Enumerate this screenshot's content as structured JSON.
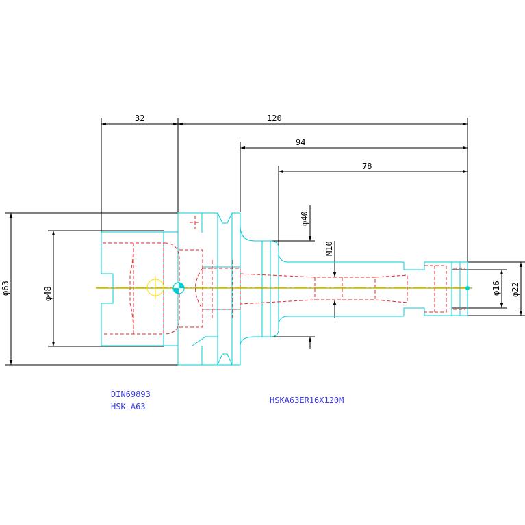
{
  "dimensions": {
    "flange_length": "32",
    "overall_length": "120",
    "shank_length": "94",
    "neck_length": "78",
    "flange_diameter": "φ63",
    "taper_diameter": "φ48",
    "neck_diameter": "φ40",
    "thread_size": "M10",
    "nut_diameter": "φ22",
    "collet_diameter": "φ16"
  },
  "notes": {
    "standard": "DIN69893",
    "interface": "HSK-A63",
    "part_number": "HSKA63ER16X120M"
  },
  "colors": {
    "outline": "#00cfd8",
    "hidden": "#e8262b",
    "dimension": "#000000",
    "center": "#9a8f00",
    "note": "#3a3ae8"
  }
}
